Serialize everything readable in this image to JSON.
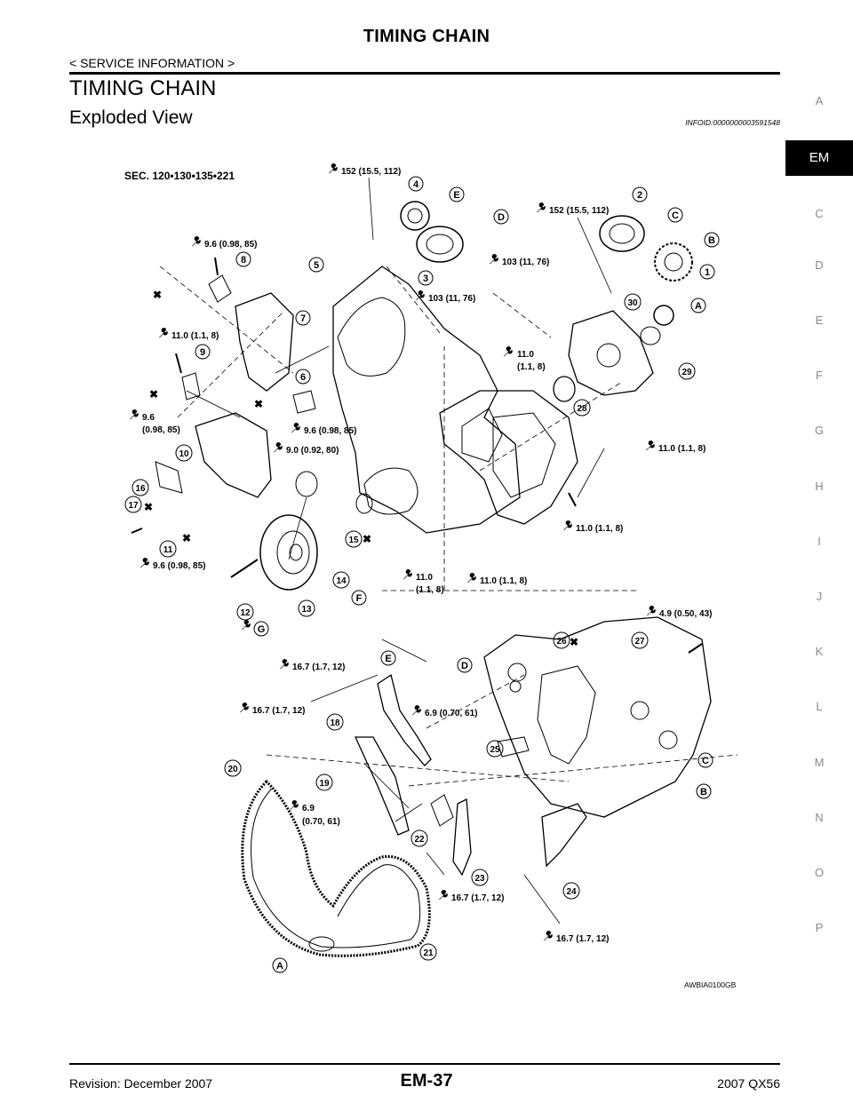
{
  "header": {
    "title": "TIMING CHAIN",
    "breadcrumb": "< SERVICE INFORMATION >"
  },
  "section": {
    "title": "TIMING CHAIN",
    "subtitle": "Exploded View",
    "info_id": "INFOID:0000000003591548"
  },
  "side_tabs": [
    "A",
    "EM",
    "C",
    "D",
    "E",
    "F",
    "G",
    "H",
    "I",
    "J",
    "K",
    "L",
    "M",
    "N",
    "O",
    "P"
  ],
  "active_tab": "EM",
  "figure": {
    "sec": "SEC. 120•130•135•221",
    "figure_id": "AWBIA0100GB",
    "torques": [
      "152 (15.5, 112)",
      "152 (15.5, 112)",
      "9.6 (0.98, 85)",
      "103 (11, 76)",
      "103 (11, 76)",
      "11.0 (1.1, 8)",
      "11.0",
      "(1.1, 8)",
      "9.6",
      "(0.98, 85)",
      "9.6 (0.98, 85)",
      "9.0 (0.92, 80)",
      "11.0 (1.1, 8)",
      "11.0 (1.1, 8)",
      "9.6 (0.98, 85)",
      "11.0",
      "(1.1, 8)",
      "11.0 (1.1, 8)",
      "4.9 (0.50, 43)",
      "16.7 (1.7, 12)",
      "16.7 (1.7, 12)",
      "6.9 (0.70, 61)",
      "6.9",
      "(0.70, 61)",
      "16.7 (1.7, 12)",
      "16.7 (1.7, 12)"
    ],
    "numbers": [
      "1",
      "2",
      "3",
      "4",
      "5",
      "6",
      "7",
      "8",
      "9",
      "10",
      "11",
      "12",
      "13",
      "14",
      "15",
      "16",
      "17",
      "18",
      "19",
      "20",
      "21",
      "22",
      "23",
      "24",
      "25",
      "26",
      "27",
      "28",
      "29",
      "30"
    ],
    "letters": [
      "A",
      "B",
      "C",
      "D",
      "E",
      "F",
      "G",
      "A",
      "B",
      "C",
      "D",
      "E"
    ]
  },
  "footer": {
    "revision": "Revision: December 2007",
    "page": "EM-37",
    "model": "2007 QX56"
  }
}
